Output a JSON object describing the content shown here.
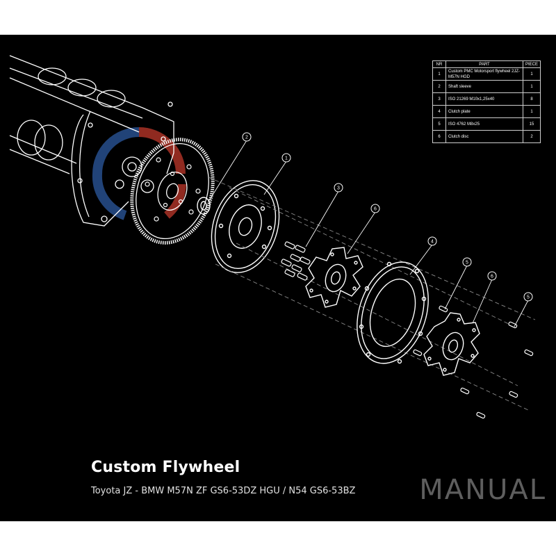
{
  "title": "Custom Flywheel",
  "subtitle": "Toyota JZ - BMW M57N ZF GS6-53DZ HGU / N54 GS6-53BZ",
  "watermark": "MANUAL",
  "colors": {
    "background": "#000000",
    "line": "#ffffff",
    "watermark": "#5e5e5e",
    "accent_red": "#c0392b",
    "accent_blue": "#2c5aa0"
  },
  "parts_table": {
    "headers": {
      "nr": "NR",
      "part": "PART",
      "piece": "PIECE"
    },
    "rows": [
      {
        "nr": "1",
        "part": "Custom PMC Motorsport flywheel 2JZ-M57N HGD",
        "piece": "1"
      },
      {
        "nr": "2",
        "part": "Shaft sleeve",
        "piece": "1"
      },
      {
        "nr": "3",
        "part": "ISO 21269 M10x1,25x40",
        "piece": "8"
      },
      {
        "nr": "4",
        "part": "Clutch plate",
        "piece": "1"
      },
      {
        "nr": "5",
        "part": "ISO 4762 M8x25",
        "piece": "15"
      },
      {
        "nr": "6",
        "part": "Clutch disc",
        "piece": "2"
      }
    ]
  },
  "callouts": [
    "2",
    "1",
    "3",
    "6",
    "4",
    "5",
    "6",
    "5"
  ]
}
